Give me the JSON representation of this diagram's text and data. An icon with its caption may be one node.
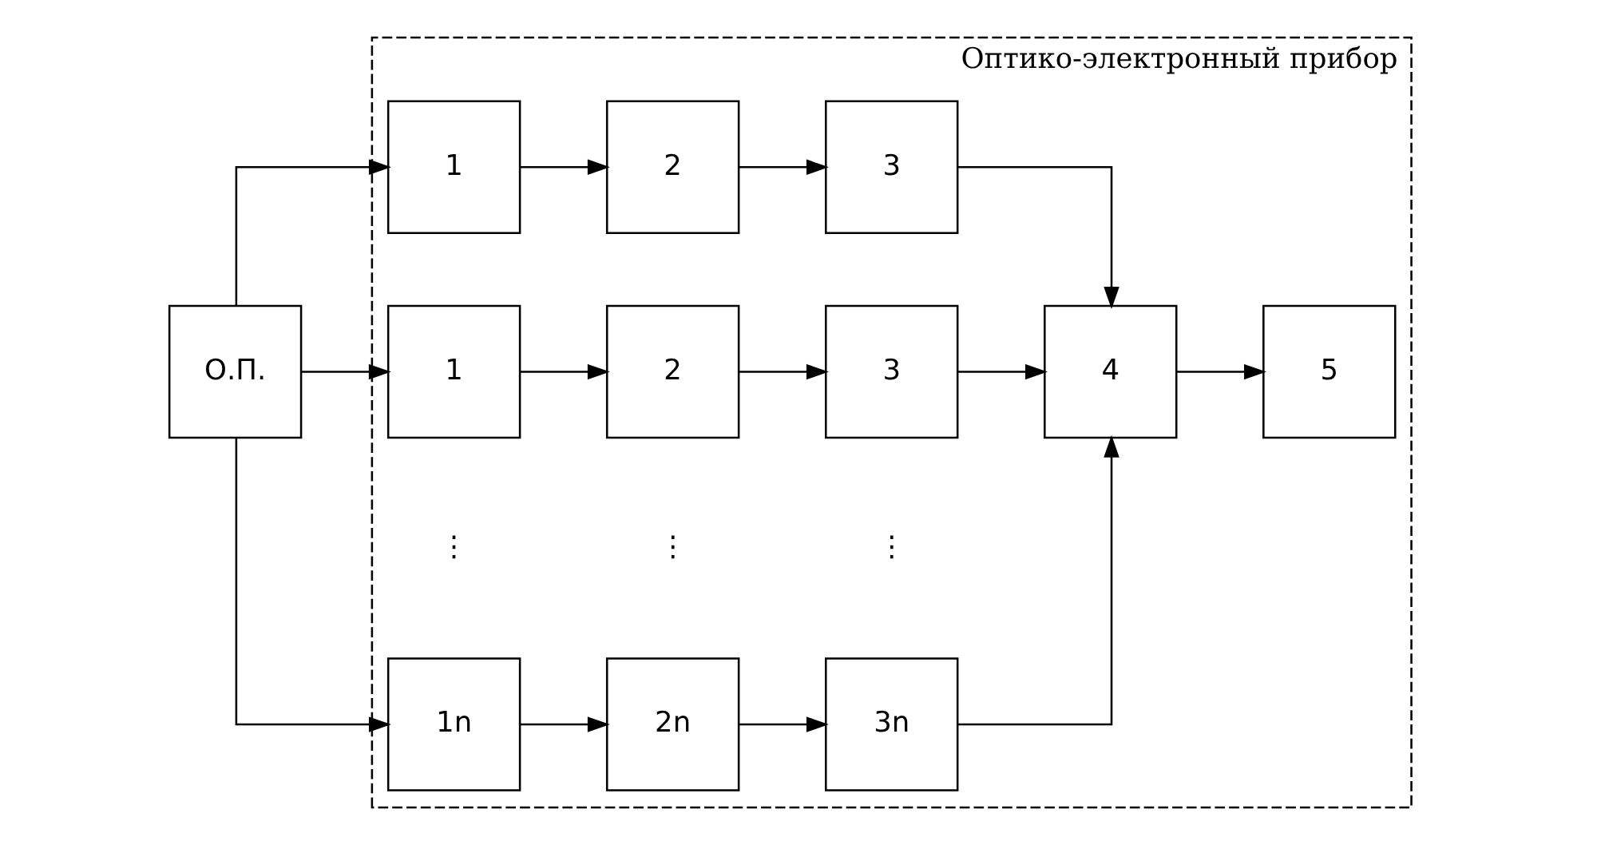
{
  "diagram": {
    "nodes": [
      {
        "text": [
          "Оптико-электронный прибор"
        ]
      },
      {
        "text": [
          "О.П."
        ]
      },
      {
        "text": [
          "1"
        ],
        "in": 0
      },
      {
        "text": [
          "2"
        ],
        "in": 0
      },
      {
        "text": [
          "3"
        ],
        "in": 0
      },
      {
        "text": [
          "1"
        ],
        "in": 0
      },
      {
        "text": [
          "2"
        ],
        "in": 0
      },
      {
        "text": [
          "3"
        ],
        "in": 0
      },
      {
        "text": [
          "1n"
        ],
        "in": 0
      },
      {
        "text": [
          "2n"
        ],
        "in": 0
      },
      {
        "text": [
          "3n"
        ],
        "in": 0
      },
      {
        "text": [
          "4"
        ],
        "in": 0
      },
      {
        "text": [
          "5"
        ],
        "in": 0
      }
    ],
    "edges": [
      {
        "from": 1,
        "to": 2,
        "arrow": "to"
      },
      {
        "from": 1,
        "to": 5,
        "arrow": "to"
      },
      {
        "from": 1,
        "to": 8,
        "arrow": "to"
      },
      {
        "from": 2,
        "to": 3,
        "arrow": "to"
      },
      {
        "from": 3,
        "to": 4,
        "arrow": "to"
      },
      {
        "from": 4,
        "to": 11,
        "arrow": "to"
      },
      {
        "from": 5,
        "to": 6,
        "arrow": "to"
      },
      {
        "from": 6,
        "to": 7,
        "arrow": "to"
      },
      {
        "from": 7,
        "to": 11,
        "arrow": "to"
      },
      {
        "from": 8,
        "to": 9,
        "arrow": "to"
      },
      {
        "from": 9,
        "to": 10,
        "arrow": "to"
      },
      {
        "from": 10,
        "to": 11,
        "arrow": "to"
      },
      {
        "from": 11,
        "to": 12,
        "arrow": "to"
      }
    ],
    "labels": [
      "⋮",
      "⋮",
      "⋮"
    ]
  }
}
